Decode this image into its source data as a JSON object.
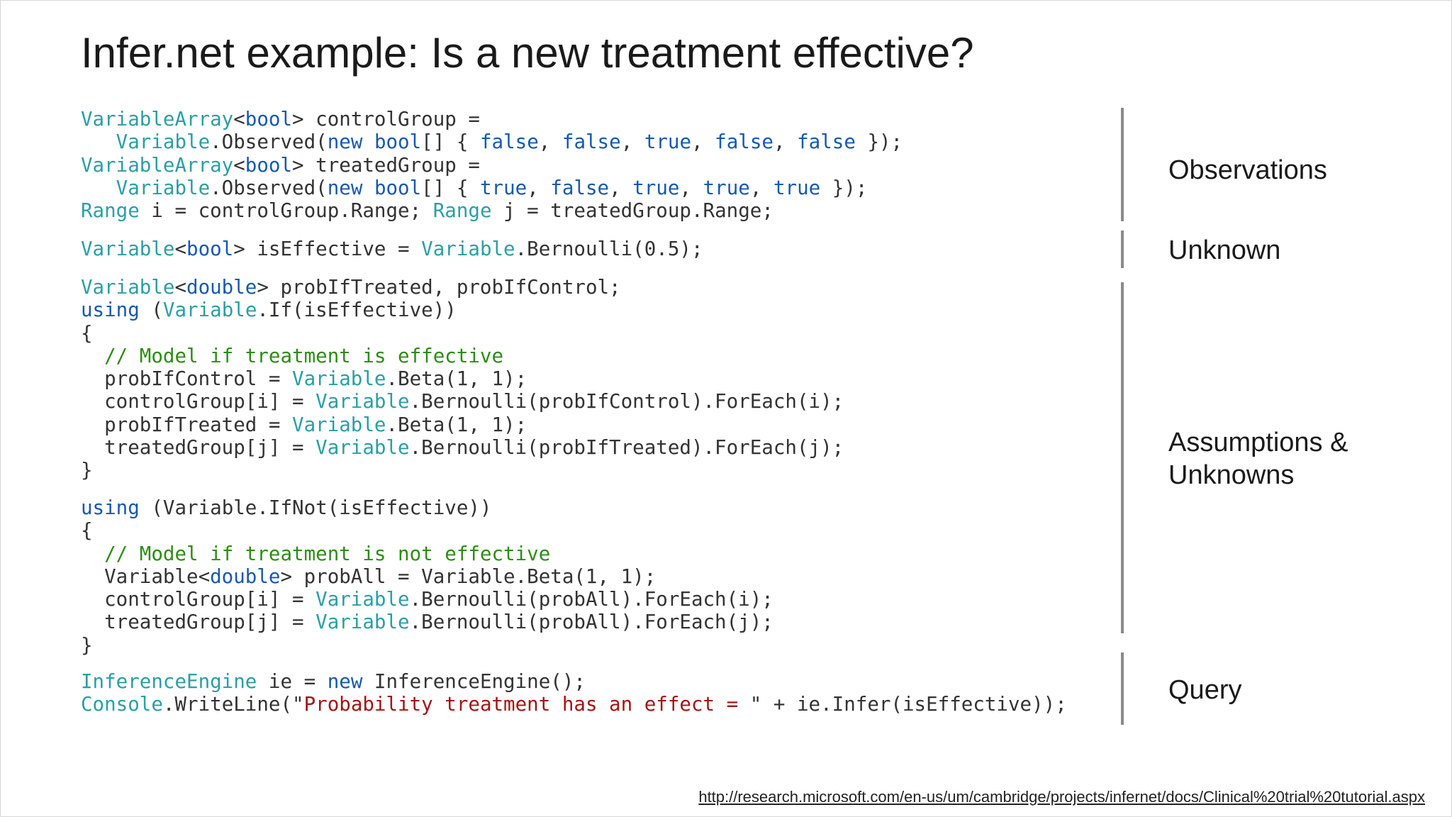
{
  "title": "Infer.net example: Is a new treatment effective?",
  "code_blocks": [
    {
      "name": "observations",
      "lines": [
        [
          [
            "type",
            "VariableArray"
          ],
          [
            "plain",
            "<"
          ],
          [
            "kw",
            "bool"
          ],
          [
            "plain",
            "> controlGroup ="
          ]
        ],
        [
          [
            "plain",
            "   "
          ],
          [
            "type",
            "Variable"
          ],
          [
            "plain",
            ".Observed("
          ],
          [
            "kw",
            "new"
          ],
          [
            "plain",
            " "
          ],
          [
            "kw",
            "bool"
          ],
          [
            "plain",
            "[] { "
          ],
          [
            "kw",
            "false"
          ],
          [
            "plain",
            ", "
          ],
          [
            "kw",
            "false"
          ],
          [
            "plain",
            ", "
          ],
          [
            "kw",
            "true"
          ],
          [
            "plain",
            ", "
          ],
          [
            "kw",
            "false"
          ],
          [
            "plain",
            ", "
          ],
          [
            "kw",
            "false"
          ],
          [
            "plain",
            " });"
          ]
        ],
        [
          [
            "type",
            "VariableArray"
          ],
          [
            "plain",
            "<"
          ],
          [
            "kw",
            "bool"
          ],
          [
            "plain",
            "> treatedGroup ="
          ]
        ],
        [
          [
            "plain",
            "   "
          ],
          [
            "type",
            "Variable"
          ],
          [
            "plain",
            ".Observed("
          ],
          [
            "kw",
            "new"
          ],
          [
            "plain",
            " "
          ],
          [
            "kw",
            "bool"
          ],
          [
            "plain",
            "[] { "
          ],
          [
            "kw",
            "true"
          ],
          [
            "plain",
            ", "
          ],
          [
            "kw",
            "false"
          ],
          [
            "plain",
            ", "
          ],
          [
            "kw",
            "true"
          ],
          [
            "plain",
            ", "
          ],
          [
            "kw",
            "true"
          ],
          [
            "plain",
            ", "
          ],
          [
            "kw",
            "true"
          ],
          [
            "plain",
            " });"
          ]
        ],
        [
          [
            "type",
            "Range"
          ],
          [
            "plain",
            " i = controlGroup.Range; "
          ],
          [
            "type",
            "Range"
          ],
          [
            "plain",
            " j = treatedGroup.Range;"
          ]
        ]
      ]
    },
    {
      "name": "unknown",
      "lines": [
        [
          [
            "type",
            "Variable"
          ],
          [
            "plain",
            "<"
          ],
          [
            "kw",
            "bool"
          ],
          [
            "plain",
            "> isEffective = "
          ],
          [
            "type",
            "Variable"
          ],
          [
            "plain",
            ".Bernoulli(0.5);"
          ]
        ]
      ]
    },
    {
      "name": "assumptions-if",
      "lines": [
        [
          [
            "type",
            "Variable"
          ],
          [
            "plain",
            "<"
          ],
          [
            "kw",
            "double"
          ],
          [
            "plain",
            "> probIfTreated, probIfControl;"
          ]
        ],
        [
          [
            "kw",
            "using"
          ],
          [
            "plain",
            " ("
          ],
          [
            "type",
            "Variable"
          ],
          [
            "plain",
            ".If(isEffective))"
          ]
        ],
        [
          [
            "plain",
            "{"
          ]
        ],
        [
          [
            "plain",
            "  "
          ],
          [
            "cm",
            "// Model if treatment is effective"
          ]
        ],
        [
          [
            "plain",
            "  probIfControl = "
          ],
          [
            "type",
            "Variable"
          ],
          [
            "plain",
            ".Beta(1, 1);"
          ]
        ],
        [
          [
            "plain",
            "  controlGroup[i] = "
          ],
          [
            "type",
            "Variable"
          ],
          [
            "plain",
            ".Bernoulli(probIfControl).ForEach(i);"
          ]
        ],
        [
          [
            "plain",
            "  probIfTreated = "
          ],
          [
            "type",
            "Variable"
          ],
          [
            "plain",
            ".Beta(1, 1);"
          ]
        ],
        [
          [
            "plain",
            "  treatedGroup[j] = "
          ],
          [
            "type",
            "Variable"
          ],
          [
            "plain",
            ".Bernoulli(probIfTreated).ForEach(j);"
          ]
        ],
        [
          [
            "plain",
            "}"
          ]
        ]
      ]
    },
    {
      "name": "assumptions-ifnot",
      "lines": [
        [
          [
            "kw",
            "using"
          ],
          [
            "plain",
            " (Variable.IfNot(isEffective))"
          ]
        ],
        [
          [
            "plain",
            "{"
          ]
        ],
        [
          [
            "plain",
            "  "
          ],
          [
            "cm",
            "// Model if treatment is not effective"
          ]
        ],
        [
          [
            "plain",
            "  Variable<"
          ],
          [
            "kw",
            "double"
          ],
          [
            "plain",
            "> probAll = Variable.Beta(1, 1);"
          ]
        ],
        [
          [
            "plain",
            "  controlGroup[i] = "
          ],
          [
            "type",
            "Variable"
          ],
          [
            "plain",
            ".Bernoulli(probAll).ForEach(i);"
          ]
        ],
        [
          [
            "plain",
            "  treatedGroup[j] = "
          ],
          [
            "type",
            "Variable"
          ],
          [
            "plain",
            ".Bernoulli(probAll).ForEach(j);"
          ]
        ],
        [
          [
            "plain",
            "}"
          ]
        ]
      ]
    },
    {
      "name": "query",
      "lines": [
        [
          [
            "type",
            "InferenceEngine"
          ],
          [
            "plain",
            " ie = "
          ],
          [
            "kw",
            "new"
          ],
          [
            "plain",
            " InferenceEngine();"
          ]
        ],
        [
          [
            "type",
            "Console"
          ],
          [
            "plain",
            ".WriteLine(\""
          ],
          [
            "str",
            "Probability treatment has an effect = "
          ],
          [
            "plain",
            "\" + ie.Infer(isEffective));"
          ]
        ]
      ]
    }
  ],
  "sections": [
    {
      "name": "observations",
      "label": "Observations"
    },
    {
      "name": "unknown",
      "label": "Unknown"
    },
    {
      "name": "assumptions",
      "label": "Assumptions &\nUnknowns"
    },
    {
      "name": "query",
      "label": "Query"
    }
  ],
  "reference_url": "http://research.microsoft.com/en-us/um/cambridge/projects/infernet/docs/Clinical%20trial%20tutorial.aspx",
  "colors": {
    "type": "#2a9fa4",
    "keyword": "#1758b0",
    "comment": "#2e8b16",
    "string": "#a31515",
    "plain": "#333333",
    "bar": "#8a8a8a"
  }
}
